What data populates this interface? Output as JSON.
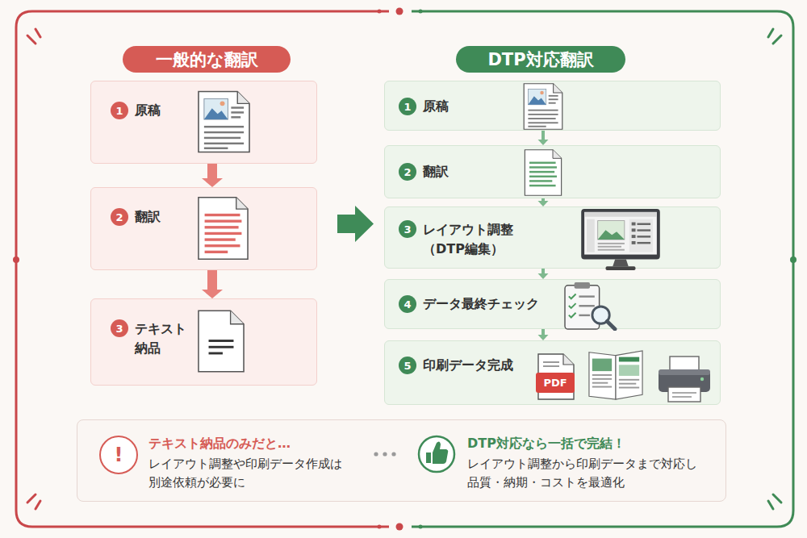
{
  "diagram": {
    "nodes": [
      {
        "text": [
          "一般的な翻訳"
        ]
      },
      {
        "text": [
          "原稿"
        ]
      },
      {
        "text": [
          "1"
        ],
        "in": 1
      },
      {
        "text": [
          "翻訳"
        ]
      },
      {
        "text": [
          "2"
        ],
        "in": 3
      },
      {
        "text": [
          "テキスト 納品"
        ]
      },
      {
        "text": [
          "3"
        ],
        "in": 5
      },
      {
        "text": [
          "DTP対応翻訳"
        ]
      },
      {
        "text": [
          "原稿"
        ]
      },
      {
        "text": [
          "1"
        ],
        "in": 8
      },
      {
        "text": [
          "翻訳"
        ]
      },
      {
        "text": [
          "2"
        ],
        "in": 10
      },
      {
        "text": [
          "レイアウト調整 （DTP編集）"
        ]
      },
      {
        "text": [
          "3"
        ],
        "in": 12
      },
      {
        "text": [
          "データ最終チェック"
        ]
      },
      {
        "text": [
          "4"
        ],
        "in": 14
      },
      {
        "text": [
          "印刷データ完成"
        ]
      },
      {
        "text": [
          "5"
        ],
        "in": 16
      },
      {
        "text": [
          "テキスト納品のみだと…",
          "レイアウト調整や印刷データ作成は 別途依頼が必要に",
          "DTP対応なら一括で完結！",
          "レイアウト調整から印刷データまで対応し 品質・納期・コストを最適化"
        ]
      },
      {
        "text": [
          "!"
        ],
        "in": 18
      }
    ],
    "edges": [
      {
        "from": 1,
        "to": 3,
        "arrow": "to"
      },
      {
        "from": 3,
        "to": 5,
        "arrow": "to"
      },
      {
        "from": 8,
        "to": 10,
        "arrow": "to"
      },
      {
        "from": 10,
        "to": 12,
        "arrow": "to"
      },
      {
        "from": 12,
        "to": 14,
        "arrow": "to"
      },
      {
        "from": 14,
        "to": 16,
        "arrow": "to"
      }
    ],
    "labels": [
      "PDF"
    ]
  }
}
